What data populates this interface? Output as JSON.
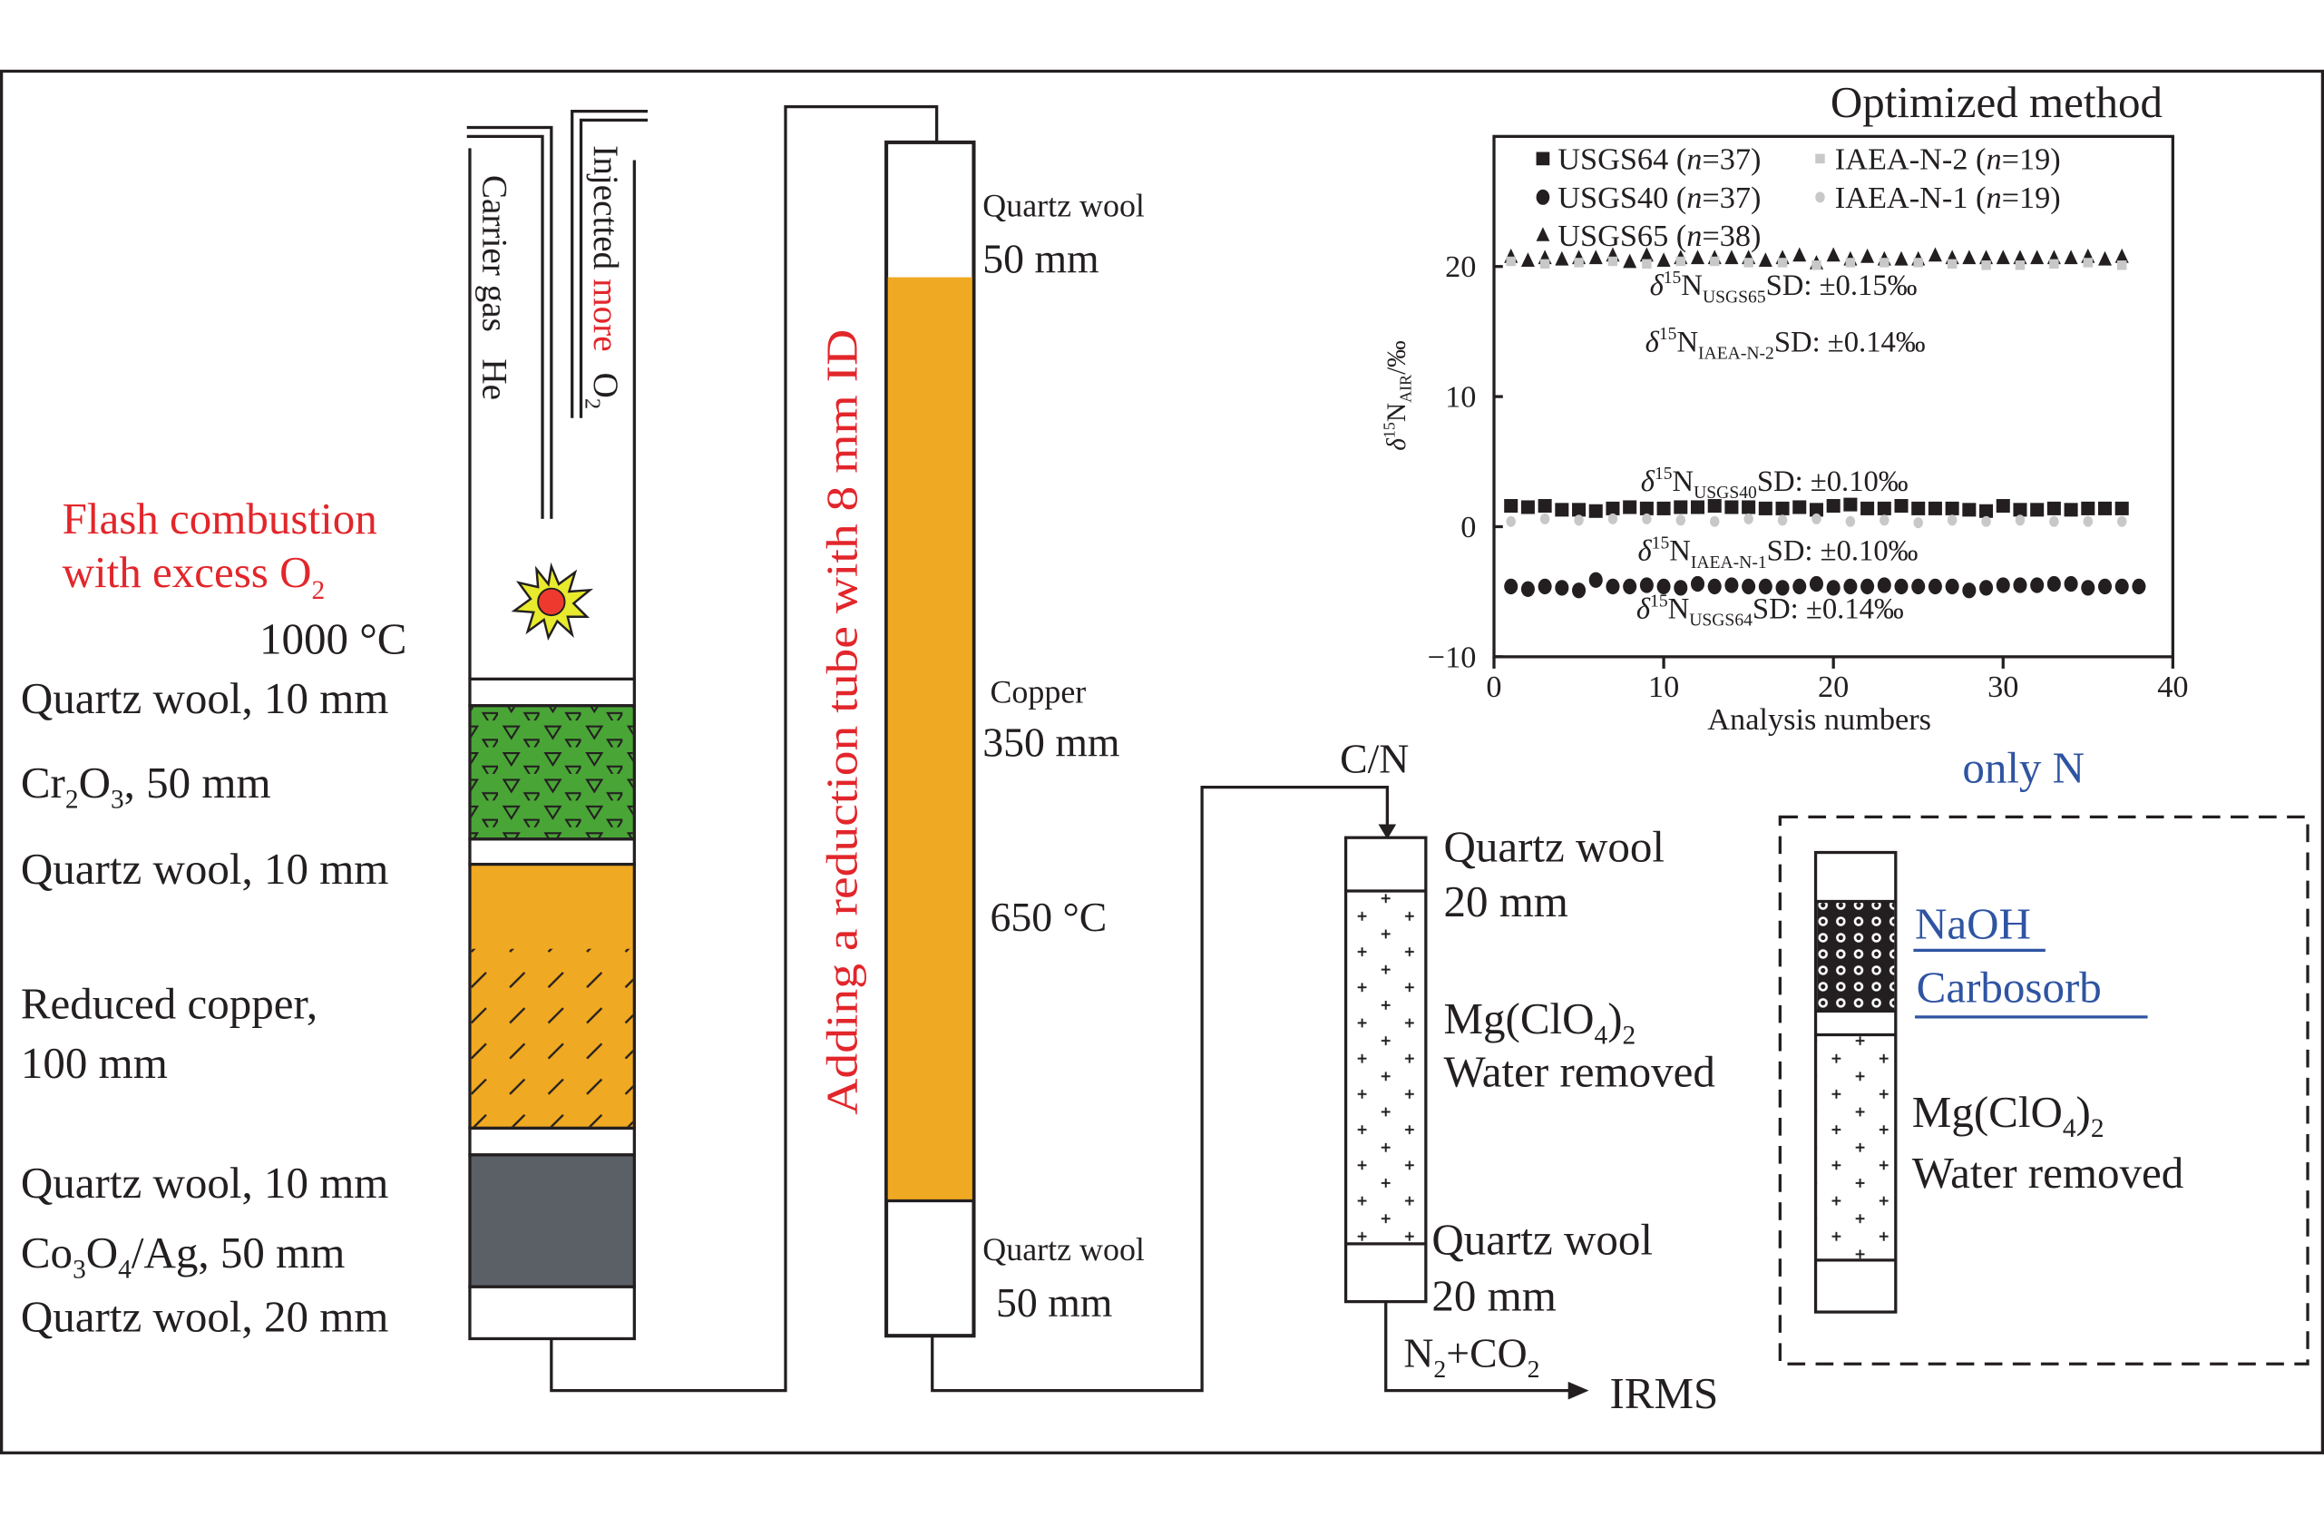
{
  "combustion_tube": {
    "inlet_carrier": {
      "label": "Carrier gas",
      "gas": "He"
    },
    "inlet_oxygen": {
      "label_prefix": "Injectted ",
      "label_highlight": "more",
      "gas": "O",
      "gas_sub": "2"
    },
    "flash_label_line1": "Flash combustion",
    "flash_label_line2": "with excess O",
    "flash_label_sub": "2",
    "temperature": "1000 °C",
    "layers": [
      {
        "label": "Quartz wool, 10 mm"
      },
      {
        "label_parts": [
          "Cr",
          "2",
          "O",
          "3",
          ", 50 mm"
        ]
      },
      {
        "label": "Quartz wool, 10 mm"
      },
      {
        "label_line1": "Reduced copper,",
        "label_line2": "100 mm"
      },
      {
        "label": "Quartz wool, 10 mm"
      },
      {
        "label_parts": [
          "Co",
          "3",
          "O",
          "4",
          "/Ag, 50 mm"
        ]
      },
      {
        "label": "Quartz wool, 20 mm"
      }
    ],
    "colors": {
      "cr2o3": "#4aa537",
      "copper": "#f0a922",
      "co3o4": "#5b5f66"
    }
  },
  "reduction_tube": {
    "vertical_label": "Adding a reduction tube with 8 mm ID",
    "top": {
      "line1": "Quartz wool",
      "line2": "50 mm"
    },
    "middle": {
      "line1": "Copper",
      "line2": "350 mm"
    },
    "temperature": "650 °C",
    "bottom": {
      "line1": "Quartz wool",
      "line2": "50 mm"
    }
  },
  "water_trap": {
    "inlet_label": "C/N",
    "top": {
      "line1": "Quartz wool",
      "line2": "20 mm"
    },
    "middle": {
      "formula": [
        "Mg(ClO",
        "4",
        ")",
        "2"
      ],
      "line2": "Water removed"
    },
    "bottom": {
      "line1": "Quartz wool",
      "line2": "20 mm"
    },
    "outlet_gas": [
      "N",
      "2",
      "+CO",
      "2"
    ],
    "destination": "IRMS"
  },
  "only_n_box": {
    "title": "only N",
    "absorber_line1": "NaOH",
    "absorber_line2": "Carbosorb",
    "middle": {
      "formula": [
        "Mg(ClO",
        "4",
        ")",
        "2"
      ],
      "line2": "Water removed"
    }
  },
  "chart_data": {
    "type": "scatter",
    "title": "Optimized method",
    "xlabel": "Analysis numbers",
    "ylabel": "δ15N_AIR/‰",
    "xlim": [
      0,
      40
    ],
    "ylim": [
      -10,
      30
    ],
    "xticks": [
      0,
      10,
      20,
      30,
      40
    ],
    "yticks": [
      -10,
      0,
      10,
      20
    ],
    "grid": false,
    "legend_placement": "top-left",
    "legend": [
      {
        "name": "USGS64",
        "n": "37",
        "marker": "square",
        "color": "#231f20"
      },
      {
        "name": "USGS40",
        "n": "37",
        "marker": "circle",
        "color": "#231f20"
      },
      {
        "name": "USGS65",
        "n": "38",
        "marker": "triangle",
        "color": "#231f20"
      },
      {
        "name": "IAEA-N-2",
        "n": "19",
        "marker": "square",
        "color": "#c8c8c8"
      },
      {
        "name": "IAEA-N-1",
        "n": "19",
        "marker": "circle",
        "color": "#c8c8c8"
      }
    ],
    "annotations": [
      {
        "sub": "USGS65",
        "text": "SD: ±0.15‰"
      },
      {
        "sub": "IAEA-N-2",
        "text": "SD: ±0.14‰"
      },
      {
        "sub": "USGS40",
        "text": "SD: ±0.10‰"
      },
      {
        "sub": "IAEA-N-1",
        "text": "SD: ±0.10‰"
      },
      {
        "sub": "USGS64",
        "text": "SD: ±0.14‰"
      }
    ],
    "series": [
      {
        "name": "USGS65",
        "marker": "triangle",
        "color": "#231f20",
        "x": [
          1,
          2,
          3,
          4,
          5,
          6,
          7,
          8,
          9,
          10,
          11,
          12,
          13,
          14,
          15,
          16,
          17,
          18,
          19,
          20,
          21,
          22,
          23,
          24,
          25,
          26,
          27,
          28,
          29,
          30,
          31,
          32,
          33,
          34,
          35,
          36,
          37
        ],
        "y": [
          20.7,
          20.4,
          20.6,
          20.5,
          20.6,
          20.6,
          20.8,
          20.3,
          20.8,
          20.4,
          20.6,
          20.6,
          20.6,
          20.6,
          20.6,
          20.4,
          20.6,
          20.8,
          20.2,
          20.8,
          20.5,
          20.7,
          20.5,
          20.5,
          20.5,
          20.8,
          20.6,
          20.6,
          20.6,
          20.6,
          20.6,
          20.6,
          20.6,
          20.6,
          20.7,
          20.5,
          20.7
        ]
      },
      {
        "name": "IAEA-N-2",
        "marker": "square",
        "color": "#c8c8c8",
        "x": [
          1,
          3,
          5,
          7,
          9,
          11,
          13,
          15,
          17,
          19,
          21,
          23,
          25,
          27,
          29,
          31,
          33,
          35,
          37
        ],
        "y": [
          20.4,
          20.2,
          20.3,
          20.4,
          20.2,
          20.4,
          20.4,
          20.3,
          20.3,
          20.1,
          20.3,
          20.3,
          20.3,
          20.2,
          20.1,
          20.1,
          20.2,
          20.3,
          20.1
        ]
      },
      {
        "name": "USGS40",
        "marker": "square",
        "color": "#231f20",
        "x": [
          1,
          2,
          3,
          4,
          5,
          6,
          7,
          8,
          9,
          10,
          11,
          12,
          13,
          14,
          15,
          16,
          17,
          18,
          19,
          20,
          21,
          22,
          23,
          24,
          25,
          26,
          27,
          28,
          29,
          30,
          31,
          32,
          33,
          34,
          35,
          36,
          37
        ],
        "y": [
          1.6,
          1.5,
          1.6,
          1.3,
          1.3,
          1.2,
          1.4,
          1.5,
          1.4,
          1.4,
          1.5,
          1.5,
          1.6,
          1.5,
          1.5,
          1.4,
          1.4,
          1.5,
          1.3,
          1.6,
          1.7,
          1.4,
          1.4,
          1.6,
          1.4,
          1.4,
          1.4,
          1.3,
          1.2,
          1.6,
          1.3,
          1.3,
          1.4,
          1.3,
          1.4,
          1.4,
          1.4
        ]
      },
      {
        "name": "IAEA-N-1",
        "marker": "circle",
        "color": "#c8c8c8",
        "x": [
          1,
          3,
          5,
          7,
          9,
          11,
          13,
          15,
          17,
          19,
          21,
          23,
          25,
          27,
          29,
          31,
          33,
          35,
          37
        ],
        "y": [
          0.4,
          0.6,
          0.5,
          0.6,
          0.6,
          0.5,
          0.4,
          0.6,
          0.5,
          0.6,
          0.4,
          0.5,
          0.3,
          0.5,
          0.4,
          0.5,
          0.4,
          0.4,
          0.4
        ]
      },
      {
        "name": "USGS64",
        "marker": "circle",
        "color": "#231f20",
        "x": [
          1,
          2,
          3,
          4,
          5,
          6,
          7,
          8,
          9,
          10,
          11,
          12,
          13,
          14,
          15,
          16,
          17,
          18,
          19,
          20,
          21,
          22,
          23,
          24,
          25,
          26,
          27,
          28,
          29,
          30,
          31,
          32,
          33,
          34,
          35,
          36,
          37,
          38
        ],
        "y": [
          -4.6,
          -4.8,
          -4.6,
          -4.7,
          -4.9,
          -4.1,
          -4.6,
          -4.6,
          -4.5,
          -4.6,
          -4.7,
          -4.4,
          -4.6,
          -4.5,
          -4.6,
          -4.6,
          -4.7,
          -4.6,
          -4.4,
          -4.7,
          -4.6,
          -4.6,
          -4.5,
          -4.6,
          -4.6,
          -4.6,
          -4.6,
          -4.9,
          -4.7,
          -4.5,
          -4.5,
          -4.5,
          -4.4,
          -4.4,
          -4.7,
          -4.6,
          -4.6,
          -4.6
        ]
      }
    ]
  }
}
